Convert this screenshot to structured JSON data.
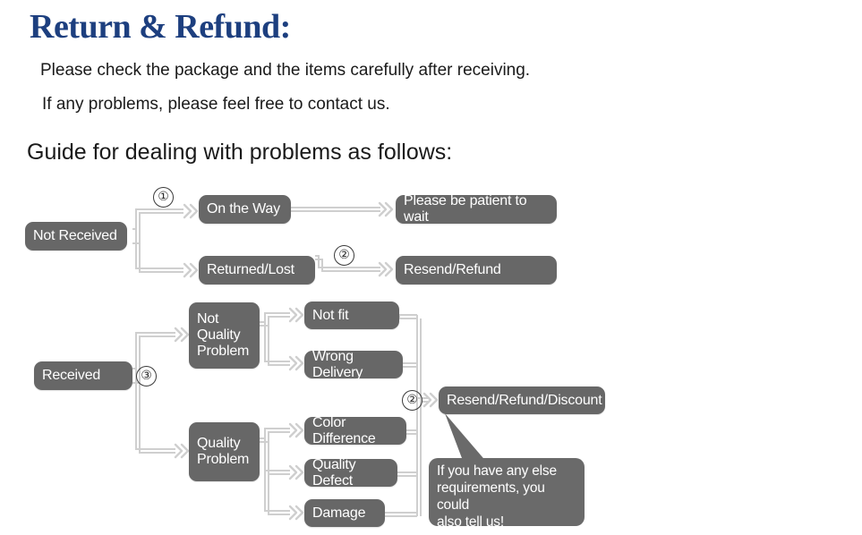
{
  "header": {
    "title": "Return & Refund:",
    "intro_line_1": "Please check the package and the items carefully after receiving.",
    "intro_line_2": "If any problems, please feel free to contact us.",
    "guide_line": "Guide for dealing with problems as follows:"
  },
  "colors": {
    "title": "#1d3f7f",
    "node_fill": "#676767",
    "node_text": "#ffffff",
    "connector": "#c9c9c9",
    "bubble_fill": "#6a6a6a",
    "page_background": "#ffffff"
  },
  "flowchart": {
    "nodes": {
      "not_received": "Not Received",
      "on_the_way": "On the Way",
      "returned_lost": "Returned/Lost",
      "please_be_patient": "Please be patient to wait",
      "resend_refund": "Resend/Refund",
      "received": "Received",
      "not_quality_problem": "Not\nQuality\nProblem",
      "quality_problem": "Quality\nProblem",
      "not_fit": "Not fit",
      "wrong_delivery": "Wrong Delivery",
      "color_difference": "Color Difference",
      "quality_defect": "Quality Defect",
      "damage": "Damage",
      "resend_refund_discount": "Resend/Refund/Discount"
    },
    "steps": {
      "step_1": "①",
      "step_2_top": "②",
      "step_3": "③",
      "step_2_bottom": "②"
    },
    "callout": "If you have any else\nrequirements, you could\nalso tell us!"
  }
}
